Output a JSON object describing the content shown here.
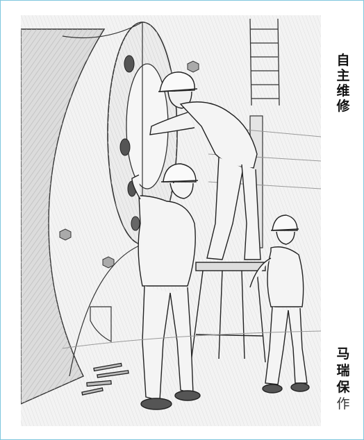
{
  "title_chars": [
    "自",
    "主",
    "维",
    "修"
  ],
  "author_chars": [
    "马",
    "瑞",
    "保"
  ],
  "author_suffix": "作",
  "colors": {
    "frame": "#7ec6dd",
    "sketch": "#333333",
    "shade": "#bfbfbf"
  }
}
